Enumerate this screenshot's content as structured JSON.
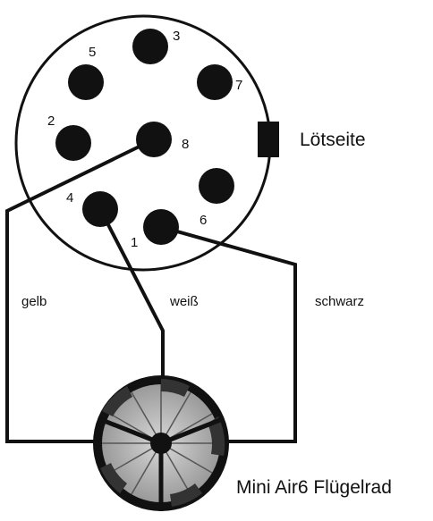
{
  "connector": {
    "side_label": "Lötseite",
    "pins": [
      {
        "id": "1",
        "label": "1"
      },
      {
        "id": "2",
        "label": "2"
      },
      {
        "id": "3",
        "label": "3"
      },
      {
        "id": "4",
        "label": "4"
      },
      {
        "id": "5",
        "label": "5"
      },
      {
        "id": "6",
        "label": "6"
      },
      {
        "id": "7",
        "label": "7"
      },
      {
        "id": "8",
        "label": "8"
      }
    ]
  },
  "wires": {
    "yellow": "gelb",
    "white": "weiß",
    "black": "schwarz"
  },
  "sensor": {
    "caption": "Mini Air6 Flügelrad"
  }
}
